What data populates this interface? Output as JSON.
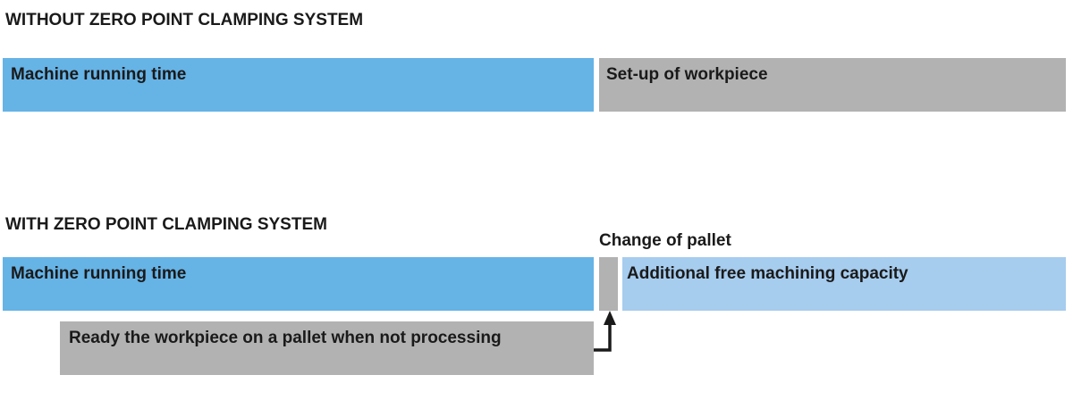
{
  "colors": {
    "machine_running": "#66b3e6",
    "free_capacity": "#a6ccee",
    "setup": "#b2b2b2",
    "arrow": "#1a1a1a"
  },
  "without": {
    "heading": "WITHOUT ZERO POINT CLAMPING SYSTEM",
    "machine_running_label": "Machine running time",
    "setup_label": "Set-up of workpiece"
  },
  "with": {
    "heading": "WITH ZERO POINT CLAMPING SYSTEM",
    "change_pallet_label": "Change of pallet",
    "machine_running_label": "Machine running time",
    "free_capacity_label": "Additional free machining capacity",
    "ready_label": "Ready the workpiece on a pallet when not processing"
  },
  "icons": {
    "arrow": "arrow-up-icon"
  }
}
